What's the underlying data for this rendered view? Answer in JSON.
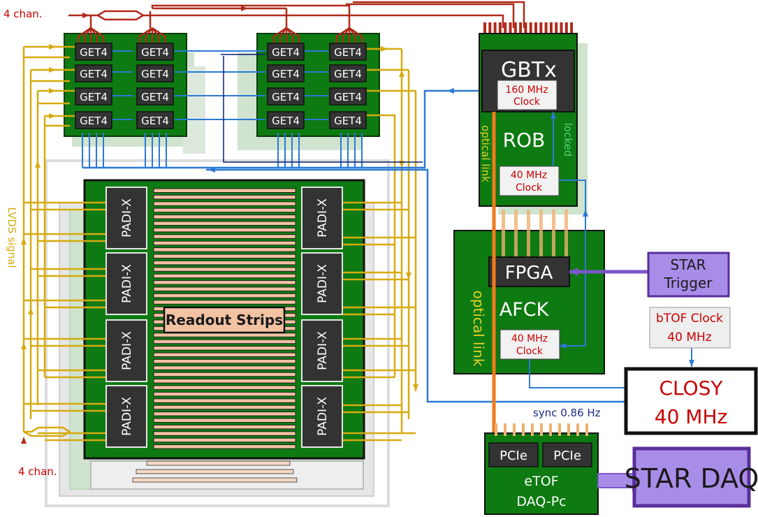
{
  "labels": {
    "top_input": "4 chan.",
    "bottom_input": "4 chan.",
    "lvds_signal": "LVDS signal",
    "get4": "GET4",
    "padi": "PADI-X",
    "readout_strips": "Readout Strips",
    "gbtx": "GBTx",
    "gbtx_clock_line1": "160 MHz",
    "gbtx_clock_line2": "Clock",
    "rob": "ROB",
    "locked": "locked",
    "optical_link_rob": "optical link",
    "rob_clock_line1": "40 MHz",
    "rob_clock_line2": "Clock",
    "fpga": "FPGA",
    "afck": "AFCK",
    "optical_link_afck": "optical link",
    "afck_clock_line1": "40 MHz",
    "afck_clock_line2": "Clock",
    "star_trigger_line1": "STAR",
    "star_trigger_line2": "Trigger",
    "btof_clock_line1": "bTOF Clock",
    "btof_clock_line2": "40 MHz",
    "closy_line1": "CLOSY",
    "closy_line2": "40 MHz",
    "sync": "sync 0.86 Hz",
    "pcie": "PCIe",
    "daq_pc_line1": "eTOF",
    "daq_pc_line2": "DAQ-Pc",
    "star_daq": "STAR DAQ"
  },
  "colors": {
    "board_green": "#0e7a12",
    "chip_dark": "#333333",
    "lvds_gold": "#d7aa0e",
    "input_red": "#b02a1a",
    "clock_blue": "#2a7ad6",
    "optical_orange": "#f07a1e",
    "star_purple": "#a88de8",
    "strip_peach": "#f2c2a2",
    "label_red": "#c80000",
    "sync_navy": "#1a2a8a"
  }
}
